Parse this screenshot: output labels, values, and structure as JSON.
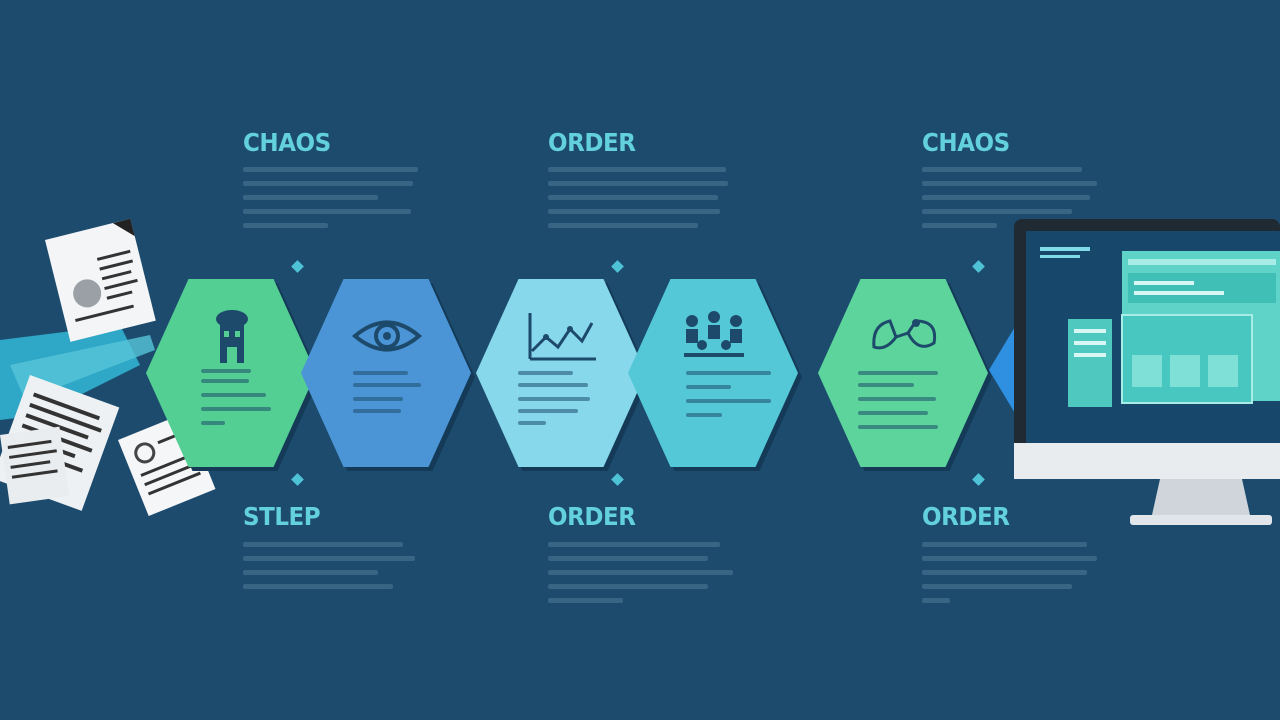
{
  "labels": {
    "top_left": "CHAOS",
    "top_center": "ORDER",
    "top_right": "CHAOS",
    "bottom_left": "STLEP",
    "bottom_center": "ORDER",
    "bottom_right": "ORDER"
  },
  "hexagons": [
    {
      "icon": "tower-icon",
      "color": "#54cf93"
    },
    {
      "icon": "eye-icon",
      "color": "#4b95d6"
    },
    {
      "icon": "line-graph-icon",
      "color": "#87d8ea"
    },
    {
      "icon": "people-group-icon",
      "color": "#54c8d6"
    },
    {
      "icon": "handshake-icon",
      "color": "#5cd49c"
    }
  ],
  "colors": {
    "background": "#1c4b6e",
    "heading": "#63d0de",
    "connector_dot": "#4fc3d6"
  },
  "decorations": {
    "left": "scattered-documents-illustration",
    "right": "desktop-monitor-illustration"
  }
}
